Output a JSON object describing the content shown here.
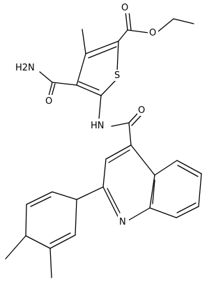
{
  "molecule": {
    "atom_labels": {
      "ester_carbonyl_o": "O",
      "ester_ether_o": "O",
      "amide_n": "H2N",
      "amide_o": "O",
      "thiophene_s": "S",
      "nh": "HN",
      "amide2_o": "O",
      "quinoline_n": "N"
    }
  }
}
